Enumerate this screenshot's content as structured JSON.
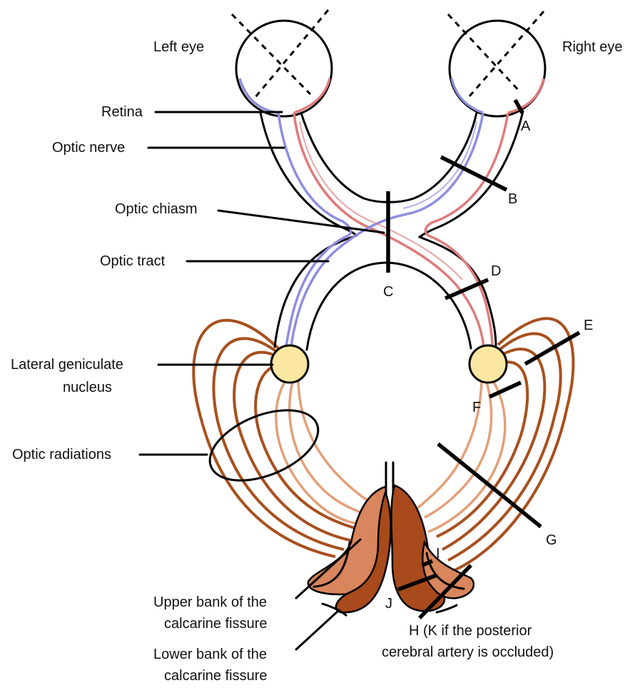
{
  "colors": {
    "left_field_fibers": "#8e8ee0",
    "right_field_fibers": "#df7b7b",
    "radiation_dark": "#a8501e",
    "radiation_light": "#e3a07a",
    "lgn_fill": "#fbe7a1",
    "cortex_upper": "#d9855d",
    "cortex_lower": "#a84a1c"
  },
  "labels": {
    "left_eye": "Left eye",
    "right_eye": "Right eye",
    "retina": "Retina",
    "optic_nerve": "Optic nerve",
    "optic_chiasm": "Optic chiasm",
    "optic_tract": "Optic tract",
    "lgn_line1": "Lateral geniculate",
    "lgn_line2": "nucleus",
    "optic_radiations": "Optic radiations",
    "upper_bank_line1": "Upper bank of the",
    "upper_bank_line2": "calcarine fissure",
    "lower_bank_line1": "Lower bank of the",
    "lower_bank_line2": "calcarine fissure"
  },
  "lesions": {
    "A": "A",
    "B": "B",
    "C": "C",
    "D": "D",
    "E": "E",
    "F": "F",
    "G": "G",
    "H_line1": "H (K if the posterior",
    "H_line2": "cerebral artery is occluded)",
    "I": "I",
    "J": "J"
  }
}
